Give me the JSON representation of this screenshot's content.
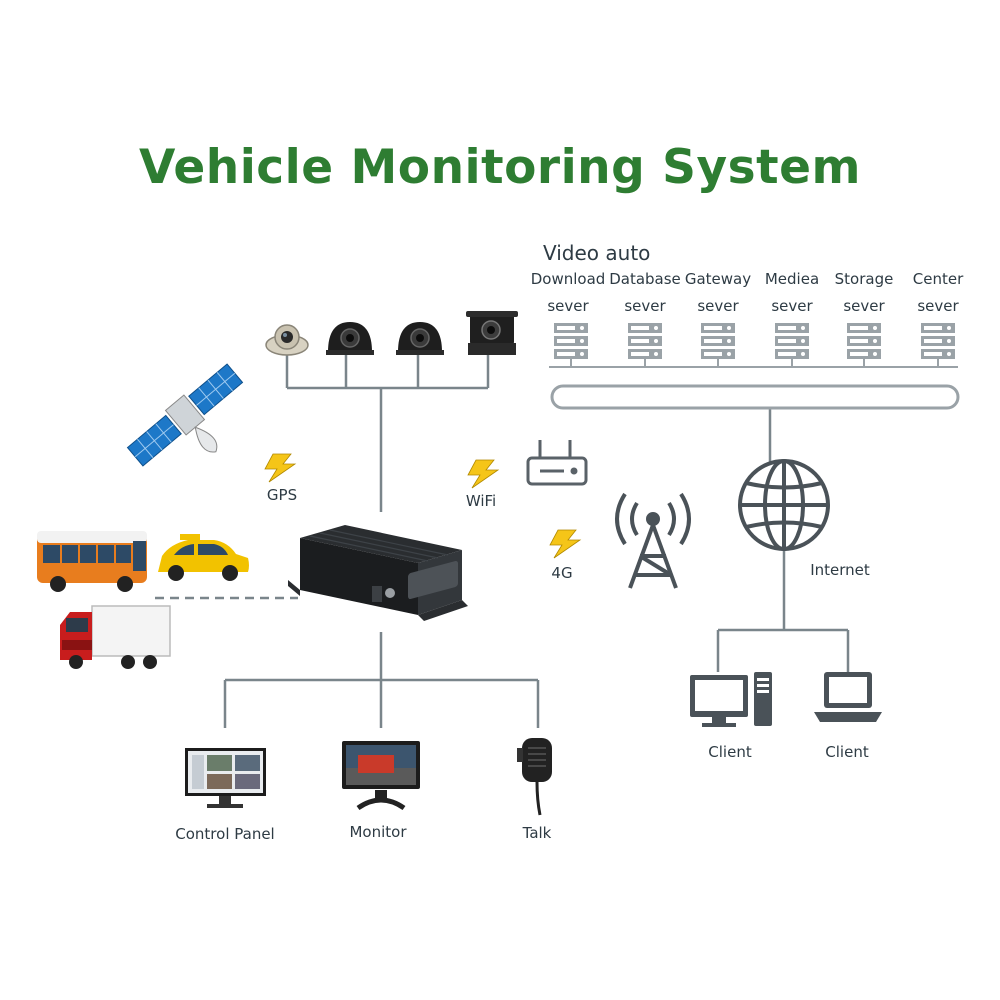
{
  "title": "Vehicle Monitoring System",
  "accent_color": "#2e7d32",
  "line_color": "#6f7a80",
  "server_group_header": "Video auto",
  "servers": [
    {
      "name": "Download",
      "sub": "sever",
      "icon": "server-rack-icon"
    },
    {
      "name": "Database",
      "sub": "sever",
      "icon": "server-rack-icon"
    },
    {
      "name": "Gateway",
      "sub": "sever",
      "icon": "server-rack-icon"
    },
    {
      "name": "Mediea",
      "sub": "sever",
      "icon": "server-rack-icon"
    },
    {
      "name": "Storage",
      "sub": "sever",
      "icon": "server-rack-icon"
    },
    {
      "name": "Center",
      "sub": "sever",
      "icon": "server-rack-icon"
    }
  ],
  "links": {
    "gps": "GPS",
    "wifi": "WiFi",
    "cellular": "4G",
    "internet": "Internet"
  },
  "clients": [
    {
      "label": "Client",
      "icon": "desktop-computer-icon"
    },
    {
      "label": "Client",
      "icon": "laptop-icon"
    }
  ],
  "peripherals": [
    {
      "label": "Control Panel",
      "icon": "control-panel-screen-icon"
    },
    {
      "label": "Monitor",
      "icon": "monitor-icon"
    },
    {
      "label": "Talk",
      "icon": "handheld-microphone-icon"
    }
  ],
  "cameras": [
    "dome-camera-icon",
    "side-camera-icon",
    "side-camera-icon",
    "rear-view-camera-icon"
  ],
  "vehicles": [
    "bus-icon",
    "taxi-icon",
    "truck-icon"
  ]
}
